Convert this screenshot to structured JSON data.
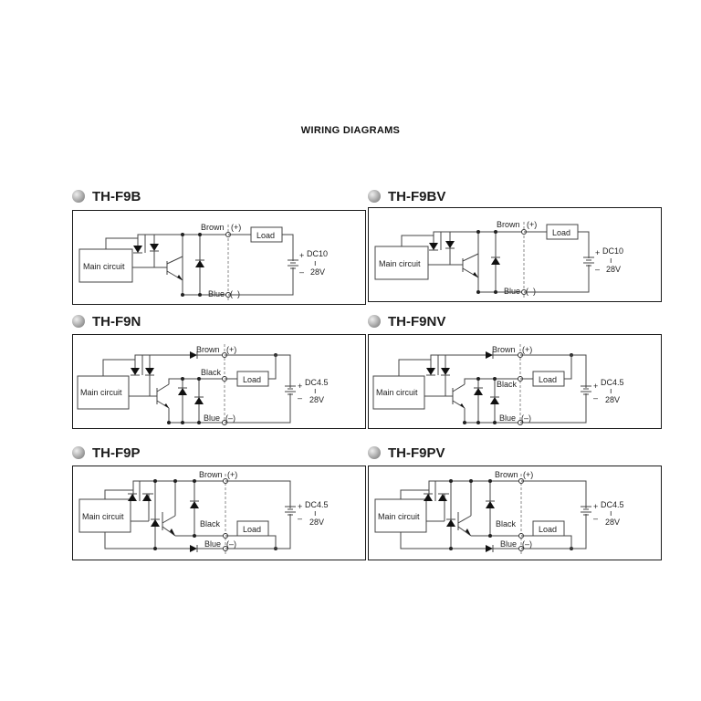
{
  "title": "WIRING DIAGRAMS",
  "panels": [
    {
      "model": "TH-F9B",
      "type": "npn2",
      "load": "Load",
      "brown": "Brown",
      "plus": "(+)",
      "black": "",
      "blue": "Blue",
      "minus": "(–)",
      "main": "Main circuit",
      "dc": "DC10",
      "sep": "ı",
      "v": "28V"
    },
    {
      "model": "TH-F9BV",
      "type": "npn2",
      "load": "Load",
      "brown": "Brown",
      "plus": "(+)",
      "black": "",
      "blue": "Blue",
      "minus": "(–)",
      "main": "Main circuit",
      "dc": "DC10",
      "sep": "ı",
      "v": "28V"
    },
    {
      "model": "TH-F9N",
      "type": "npn3",
      "load": "Load",
      "brown": "Brown",
      "plus": "(+)",
      "black": "Black",
      "blue": "Blue",
      "minus": "(–)",
      "main": "Main circuit",
      "dc": "DC4.5",
      "sep": "ı",
      "v": "28V"
    },
    {
      "model": "TH-F9NV",
      "type": "npn3",
      "load": "Load",
      "brown": "Brown",
      "plus": "(+)",
      "black": "Black",
      "blue": "Blue",
      "minus": "(–)",
      "main": "Main circuit",
      "dc": "DC4.5",
      "sep": "ı",
      "v": "28V"
    },
    {
      "model": "TH-F9P",
      "type": "pnp3",
      "load": "Load",
      "brown": "Brown",
      "plus": "(+)",
      "black": "Black",
      "blue": "Blue",
      "minus": "(–)",
      "main": "Main circuit",
      "dc": "DC4.5",
      "sep": "ı",
      "v": "28V"
    },
    {
      "model": "TH-F9PV",
      "type": "pnp3",
      "load": "Load",
      "brown": "Brown",
      "plus": "(+)",
      "black": "Black",
      "blue": "Blue",
      "minus": "(–)",
      "main": "Main circuit",
      "dc": "DC4.5",
      "sep": "ı",
      "v": "28V"
    }
  ]
}
